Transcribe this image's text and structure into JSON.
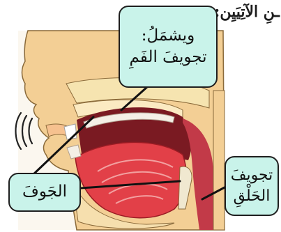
{
  "heading": "ـنِ الآتِيَيِن:",
  "labels": {
    "mouth": {
      "line1": "ويشمَلُ:",
      "line2": "تجويفَ الفَمِ"
    },
    "jawf": {
      "text": "الجَوفَ"
    },
    "throat": {
      "line1": "تجويفَ",
      "line2": "الحَلْقِ"
    }
  },
  "colors": {
    "label_bg": "#c9f3ea",
    "skin": "#f3cf95",
    "mouth_cavity": "#7a1a22",
    "tongue": "#e24048",
    "throat": "#c23a48"
  }
}
